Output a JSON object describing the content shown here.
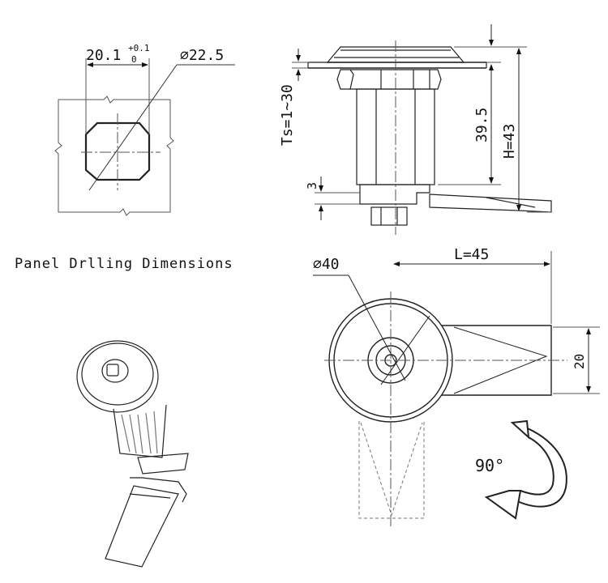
{
  "caption": "Panel Drlling Dimensions",
  "dims": {
    "width_main": "20.1",
    "width_tol_upper": "+0.1",
    "width_tol_lower": "0",
    "dia_hole": "⌀22.5",
    "ts": "Ts=1~30",
    "len_39": "39.5",
    "height": "H=43",
    "three": "3",
    "dia_40": "⌀40",
    "length": "L=45",
    "twenty": "20",
    "angle": "90°"
  }
}
